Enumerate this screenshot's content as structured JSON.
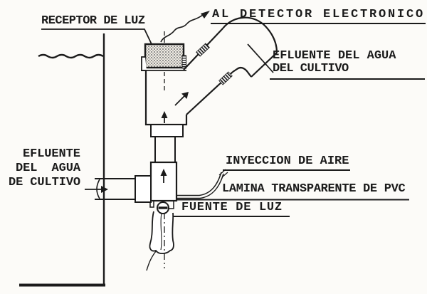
{
  "diagram": {
    "title_context": "Esquema de detector de flujo de agua de cultivo (dibujo tecnico escaneado)",
    "labels": {
      "receptor_de_luz": "RECEPTOR DE LUZ",
      "al_detector_electronico": "AL DETECTOR ELECTRONICO",
      "efluente_derecha_linea1": "EFLUENTE DEL AGUA",
      "efluente_derecha_linea2": "DEL CULTIVO",
      "efluente_izquierda_linea1": "EFLUENTE",
      "efluente_izquierda_linea2": "DEL  AGUA",
      "efluente_izquierda_linea3": "DE CULTIVO",
      "inyeccion_de_aire": "INYECCION DE AIRE",
      "lamina_transparente": "LAMINA TRANSPARENTE DE PVC",
      "fuente_de_luz": "FUENTE DE LUZ"
    },
    "icons": {
      "flow_up_arrow": "arrow-up",
      "flow_diagonal_arrow": "arrow-up-right",
      "inlet_flow_arrow": "arrow-right",
      "to_detector_arrow": "squiggle-arrow-up-right",
      "light_source": "lamp-circle"
    },
    "colors": {
      "ink": "#1b1b1b",
      "paper": "#fcfbf8"
    }
  }
}
